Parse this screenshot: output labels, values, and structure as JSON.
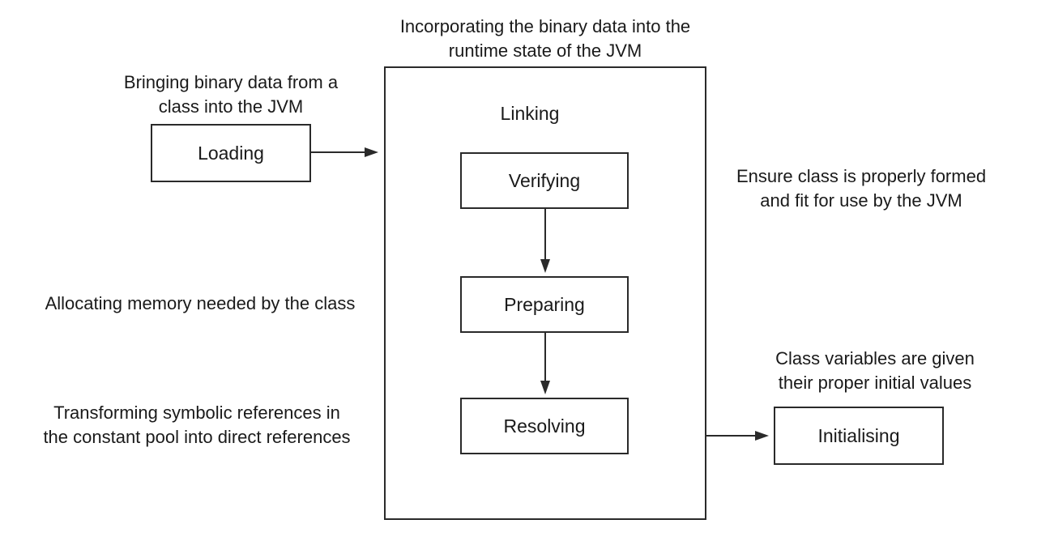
{
  "annotations": {
    "incorporating": [
      "Incorporating the binary data into the",
      "runtime state of the JVM"
    ],
    "bringing": [
      "Bringing binary data from a",
      "class into the JVM"
    ],
    "ensure": [
      "Ensure class is properly formed",
      "and fit for use by the JVM"
    ],
    "allocating": [
      "Allocating memory needed by the class"
    ],
    "class_variables": [
      "Class variables are given",
      "their proper initial values"
    ],
    "transforming": [
      "Transforming symbolic references in",
      "the constant pool into direct references"
    ]
  },
  "stages": {
    "loading": "Loading",
    "linking": "Linking",
    "verifying": "Verifying",
    "preparing": "Preparing",
    "resolving": "Resolving",
    "initialising": "Initialising"
  },
  "colors": {
    "stroke": "#2a2a2a",
    "text": "#1a1a1a",
    "background": "#ffffff"
  }
}
